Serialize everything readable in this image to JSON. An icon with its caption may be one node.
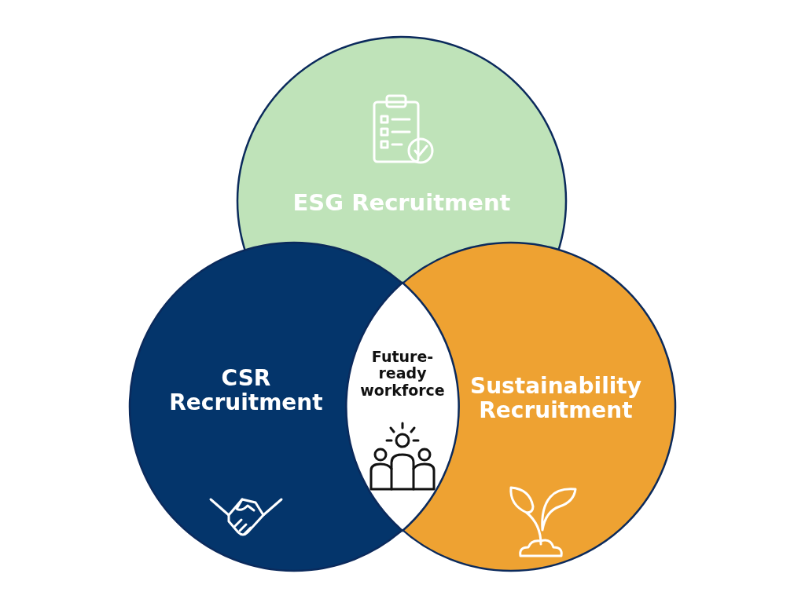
{
  "diagram": {
    "nodes": [
      {
        "text": [
          "ESG Recruitment"
        ]
      },
      {
        "text": [
          "CSR Recruitment"
        ]
      },
      {
        "text": [
          "Sustainability Recruitment"
        ]
      },
      {
        "text": [
          "Future-ready workforce"
        ]
      }
    ]
  }
}
